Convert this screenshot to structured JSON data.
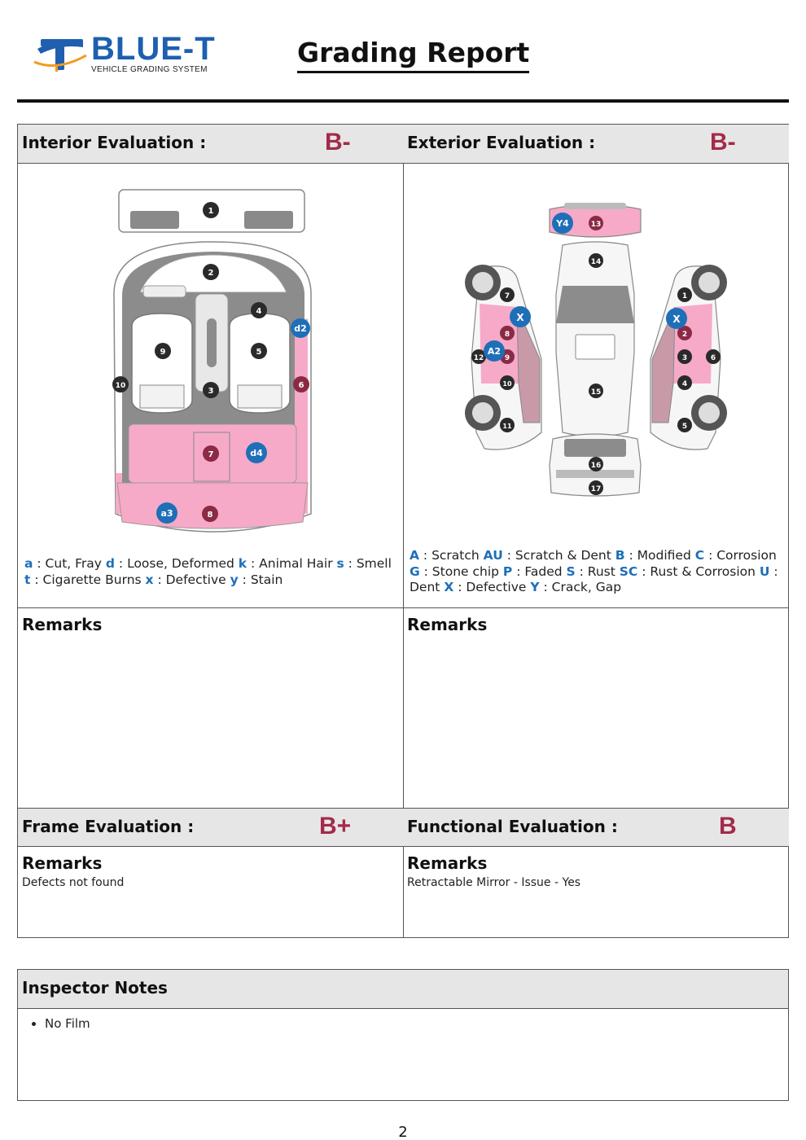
{
  "header": {
    "logo_text": "BLUE-T",
    "logo_subtitle": "VEHICLE GRADING SYSTEM",
    "title": "Grading Report"
  },
  "colors": {
    "brand_blue": "#1e5fb0",
    "grade_red": "#a32a4a",
    "marker_blue": "#1f6fb8",
    "marker_dark": "#8a2a45",
    "damage_pink": "#f6aac8",
    "legend_blue": "#1e6fb8"
  },
  "interior": {
    "title": "Interior Evaluation :",
    "grade": "B-",
    "markers": {
      "n1": "1",
      "n2": "2",
      "n3": "3",
      "n4": "4",
      "n5": "5",
      "n6": "6",
      "n7": "7",
      "n8": "8",
      "n9": "9",
      "n10": "10",
      "d2": "d2",
      "d4": "d4",
      "a3": "a3"
    },
    "legend": [
      {
        "k": "a",
        "t": " : Cut, Fray "
      },
      {
        "k": "d",
        "t": " : Loose, Deformed "
      },
      {
        "k": "k",
        "t": " : Animal Hair "
      },
      {
        "k": "s",
        "t": " : Smell "
      },
      {
        "k": "t",
        "t": " : Cigarette Burns "
      },
      {
        "k": "x",
        "t": " : Defective "
      },
      {
        "k": "y",
        "t": " : Stain"
      }
    ],
    "remarks_title": "Remarks",
    "remarks_text": ""
  },
  "exterior": {
    "title": "Exterior Evaluation :",
    "grade": "B-",
    "markers": {
      "n1": "1",
      "n2": "2",
      "n3": "3",
      "n4": "4",
      "n5": "5",
      "n6": "6",
      "n7": "7",
      "n8": "8",
      "n9": "9",
      "n10": "10",
      "n11": "11",
      "n12": "12",
      "n13": "13",
      "n14": "14",
      "n15": "15",
      "n16": "16",
      "n17": "17",
      "y4": "Y4",
      "xl": "X",
      "a2": "A2",
      "xr": "X"
    },
    "legend": [
      {
        "k": "A",
        "t": " : Scratch "
      },
      {
        "k": "AU",
        "t": " : Scratch & Dent "
      },
      {
        "k": "B",
        "t": " : Modified "
      },
      {
        "k": "C",
        "t": " : Corrosion "
      },
      {
        "k": "G",
        "t": " : Stone chip "
      },
      {
        "k": "P",
        "t": " : Faded "
      },
      {
        "k": "S",
        "t": " : Rust "
      },
      {
        "k": "SC",
        "t": " : Rust & Corrosion "
      },
      {
        "k": "U",
        "t": " : Dent "
      },
      {
        "k": "X",
        "t": " : Defective "
      },
      {
        "k": "Y",
        "t": " : Crack, Gap"
      }
    ],
    "remarks_title": "Remarks",
    "remarks_text": ""
  },
  "frame": {
    "title": "Frame Evaluation :",
    "grade": "B+",
    "remarks_title": "Remarks",
    "remarks_text": "Defects not found"
  },
  "functional": {
    "title": "Functional Evaluation :",
    "grade": "B",
    "remarks_title": "Remarks",
    "remarks_text": "Retractable Mirror - Issue - Yes"
  },
  "inspector_notes": {
    "title": "Inspector Notes",
    "items": [
      "No Film"
    ]
  },
  "page_number": "2"
}
